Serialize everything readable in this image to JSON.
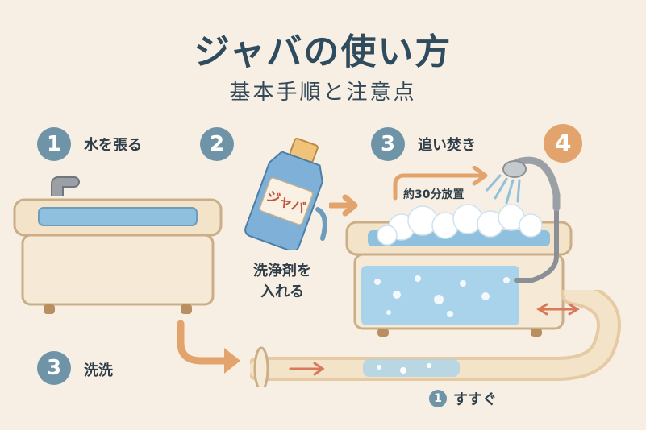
{
  "title": "ジャバの使い方",
  "subtitle": "基本手順と注意点",
  "steps": [
    {
      "number": "1",
      "label": "水を張る"
    },
    {
      "number": "2",
      "label_line1": "洗浄剤を",
      "label_line2": "入れる"
    },
    {
      "number": "3",
      "label": "追い焚き"
    },
    {
      "number": "4"
    },
    {
      "number": "3",
      "label": "洗洗"
    },
    {
      "number": "1",
      "label": "すすぐ"
    }
  ],
  "bottle_label": "ジャバ",
  "timer_label": "約30分放置",
  "colors": {
    "background": "#f7efe3",
    "step_badge": "#6f94a8",
    "step_badge_accent": "#e3a36c",
    "water": "#8fc1de",
    "tub": "#f3e3c8",
    "arrow": "#e3a36c"
  }
}
